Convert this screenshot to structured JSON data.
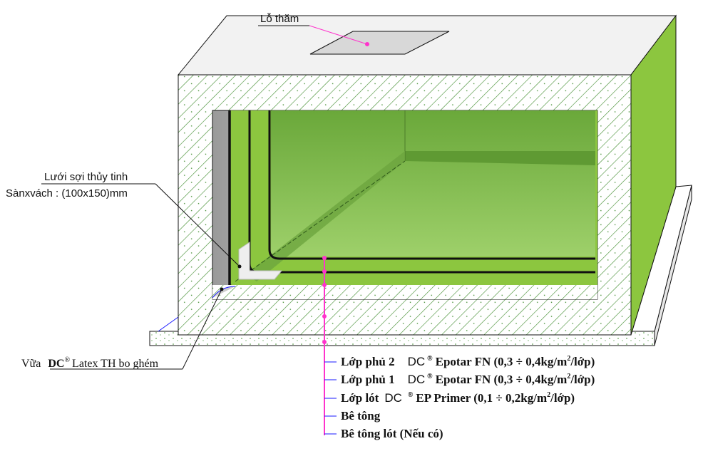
{
  "labels": {
    "manhole": "Lỗ thăm",
    "mesh_line1": "Lưới sợi thủy tinh",
    "mesh_line2": "Sànxvách : (100x150)mm",
    "mortar_prefix": "Vữa",
    "mortar_brand": "DC",
    "mortar_reg": "®",
    "mortar_rest": "Latex TH bo ghém"
  },
  "layers": [
    {
      "name": "Lớp phủ 2",
      "brand": "DC",
      "reg": "®",
      "product": "Epotar FN (0,3 ÷ 0,4kg/m",
      "sup": "2",
      "tail": "/lớp)"
    },
    {
      "name": "Lớp phủ 1",
      "brand": "DC",
      "reg": "®",
      "product": "Epotar FN (0,3 ÷ 0,4kg/m",
      "sup": "2",
      "tail": "/lớp)"
    },
    {
      "name": "Lớp lót",
      "brand": "DC",
      "reg": "®",
      "product": "EP Primer (0,1 ÷ 0,2kg/m",
      "sup": "2",
      "tail": "/lớp)"
    },
    {
      "name": "Bê tông"
    },
    {
      "name": "Bê tông lót (Nếu có)"
    }
  ],
  "colors": {
    "green": "#8cc63f",
    "leader": "#ff33cc",
    "blue": "#1a1aff"
  }
}
